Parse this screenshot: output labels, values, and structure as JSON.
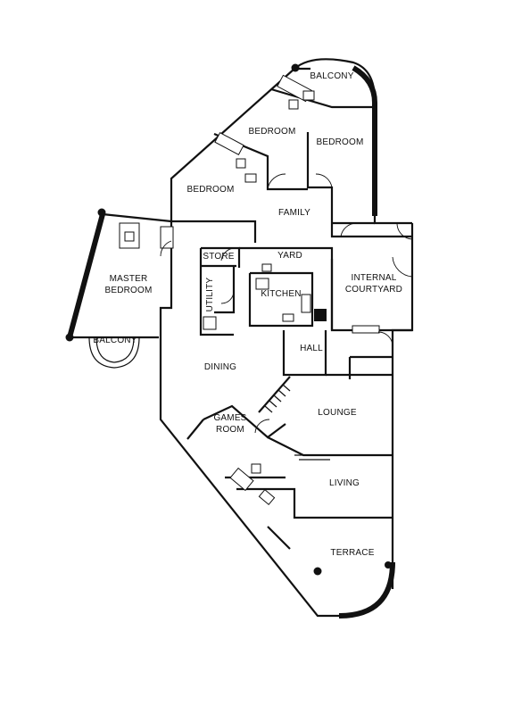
{
  "rooms": {
    "balcony_top": "BALCONY",
    "bedroom_1": "BEDROOM",
    "bedroom_2": "BEDROOM",
    "bedroom_3": "BEDROOM",
    "family": "FAMILY",
    "store": "STORE",
    "yard": "YARD",
    "kitchen": "KITCHEN",
    "utility": "UTILITY",
    "internal_courtyard_1": "INTERNAL",
    "internal_courtyard_2": "COURTYARD",
    "master_bedroom_1": "MASTER",
    "master_bedroom_2": "BEDROOM",
    "balcony_left": "BALCONY",
    "hall": "HALL",
    "dining": "DINING",
    "lounge": "LOUNGE",
    "games_room_1": "GAMES",
    "games_room_2": "ROOM",
    "living": "LIVING",
    "terrace": "TERRACE"
  }
}
